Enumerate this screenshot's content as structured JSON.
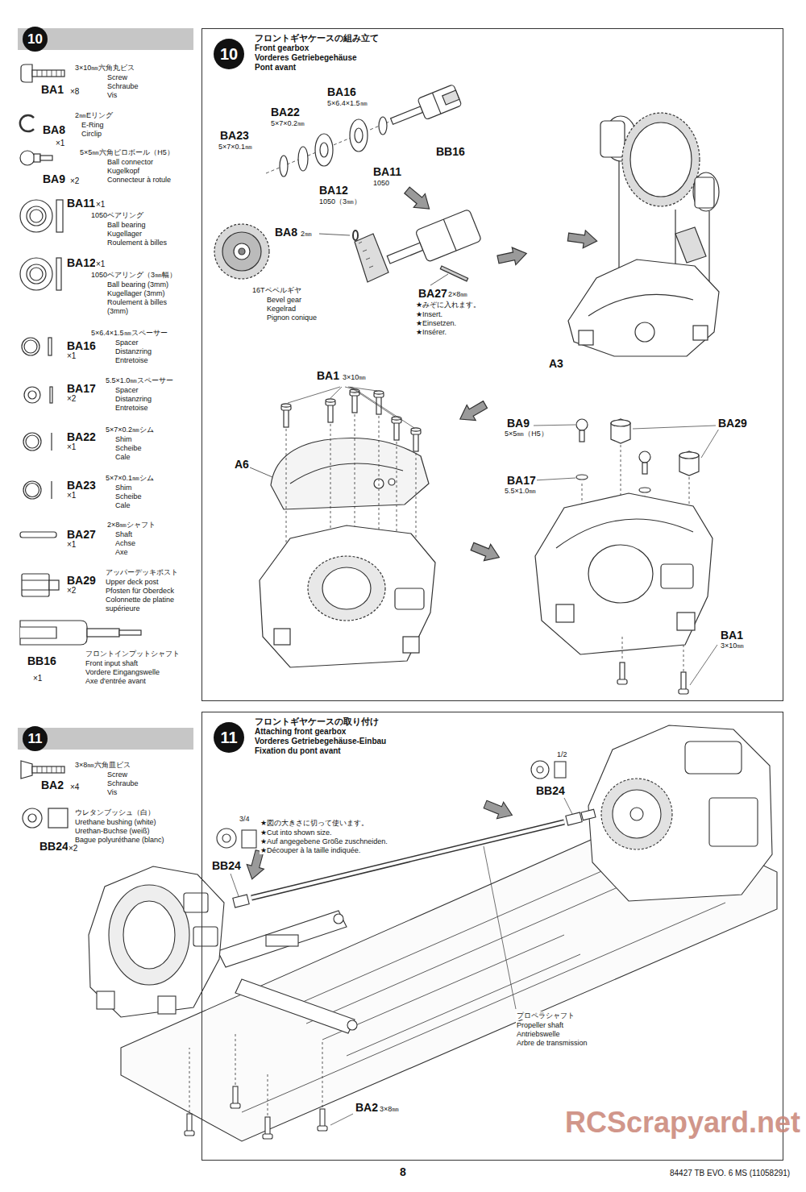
{
  "diagram": {
    "nodes": [
      {
        "text": [
          "10"
        ]
      },
      {
        "text": [
          "10",
          "フロントギヤケースの組み立て",
          "Front gearbox",
          "Vorderes Getriebegehäuse",
          "Pont avant"
        ]
      },
      {
        "text": [
          "11"
        ]
      },
      {
        "text": [
          "11",
          "フロントギヤケースの取り付け",
          "Attaching front gearbox",
          "Vorderes Getriebegehäuse-Einbau",
          "Fixation du pont avant"
        ]
      }
    ],
    "labels": [
      "3×10㎜六角丸ビス",
      "Screw",
      "Schraube",
      "Vis",
      "BA1",
      "×8",
      "2㎜Eリング",
      "E-Ring",
      "Circlip",
      "BA8",
      "×1",
      "5×5㎜六角ピロボール（H5）",
      "Ball connector",
      "Kugelkopf",
      "Connecteur à rotule",
      "BA9",
      "×2",
      "BA11",
      "×1",
      "1050ベアリング",
      "Ball bearing",
      "Kugellager",
      "Roulement à billes",
      "BA12",
      "×1",
      "1050ベアリング（3㎜幅）",
      "Ball bearing (3mm)",
      "Kugellager (3mm)",
      "Roulement à billes",
      "(3mm)",
      "5×6.4×1.5㎜スペーサー",
      "BA16",
      "×1",
      "Spacer",
      "Distanzring",
      "Entretoise",
      "5.5×1.0㎜スペーサー",
      "BA17",
      "×2",
      "Spacer",
      "Distanzring",
      "Entretoise",
      "5×7×0.2㎜シム",
      "BA22",
      "×1",
      "Shim",
      "Scheibe",
      "Cale",
      "5×7×0.1㎜シム",
      "BA23",
      "×1",
      "Shim",
      "Scheibe",
      "Cale",
      "2×8㎜シャフト",
      "BA27",
      "×1",
      "Shaft",
      "Achse",
      "Axe",
      "アッパーデッキポスト",
      "BA29",
      "×2",
      "Upper deck post",
      "Pfosten für Oberdeck",
      "Colonnette de platine",
      "supérieure",
      "フロントインプットシャフト",
      "BB16",
      "×1",
      "Front input shaft",
      "Vordere Eingangswelle",
      "Axe d'entrée avant",
      "BA16",
      "5×6.4×1.5㎜",
      "BA22",
      "5×7×0.2㎜",
      "BA23",
      "5×7×0.1㎜",
      "BB16",
      "BA11",
      "1050",
      "BA12",
      "1050（3㎜）",
      "BA8",
      "2㎜",
      "16Tベベルギヤ",
      "Bevel gear",
      "Kegelrad",
      "Pignon conique",
      "BA27",
      "2×8㎜",
      "★みぞに入れます。",
      "★Insert.",
      "★Einsetzen.",
      "★Insérer.",
      "A3",
      "BA1",
      "3×10㎜",
      "A6",
      "BA9",
      "5×5㎜（H5）",
      "BA29",
      "BA17",
      "5.5×1.0㎜",
      "BA1",
      "3×10㎜",
      "3×8㎜六角皿ビス",
      "Screw",
      "Schraube",
      "Vis",
      "BA2",
      "×4",
      "ウレタンブッシュ（白）",
      "Urethane bushing (white)",
      "Urethan-Buchse (weiß)",
      "Bague polyuréthane (blanc)",
      "BB24",
      "×2",
      "1/2",
      "BB24",
      "3/4",
      "★図の大きさに切って使います。",
      "★Cut into shown size.",
      "★Auf angegebene Größe zuschneiden.",
      "★Découper à la taille indiquée.",
      "BB24",
      "プロペラシャフト",
      "Propeller shaft",
      "Antriebswelle",
      "Arbre de transmission",
      "BA2",
      "3×8㎜",
      "8",
      "84427 TB EVO. 6 MS (11058291)",
      "RCScrapyard.net"
    ]
  }
}
